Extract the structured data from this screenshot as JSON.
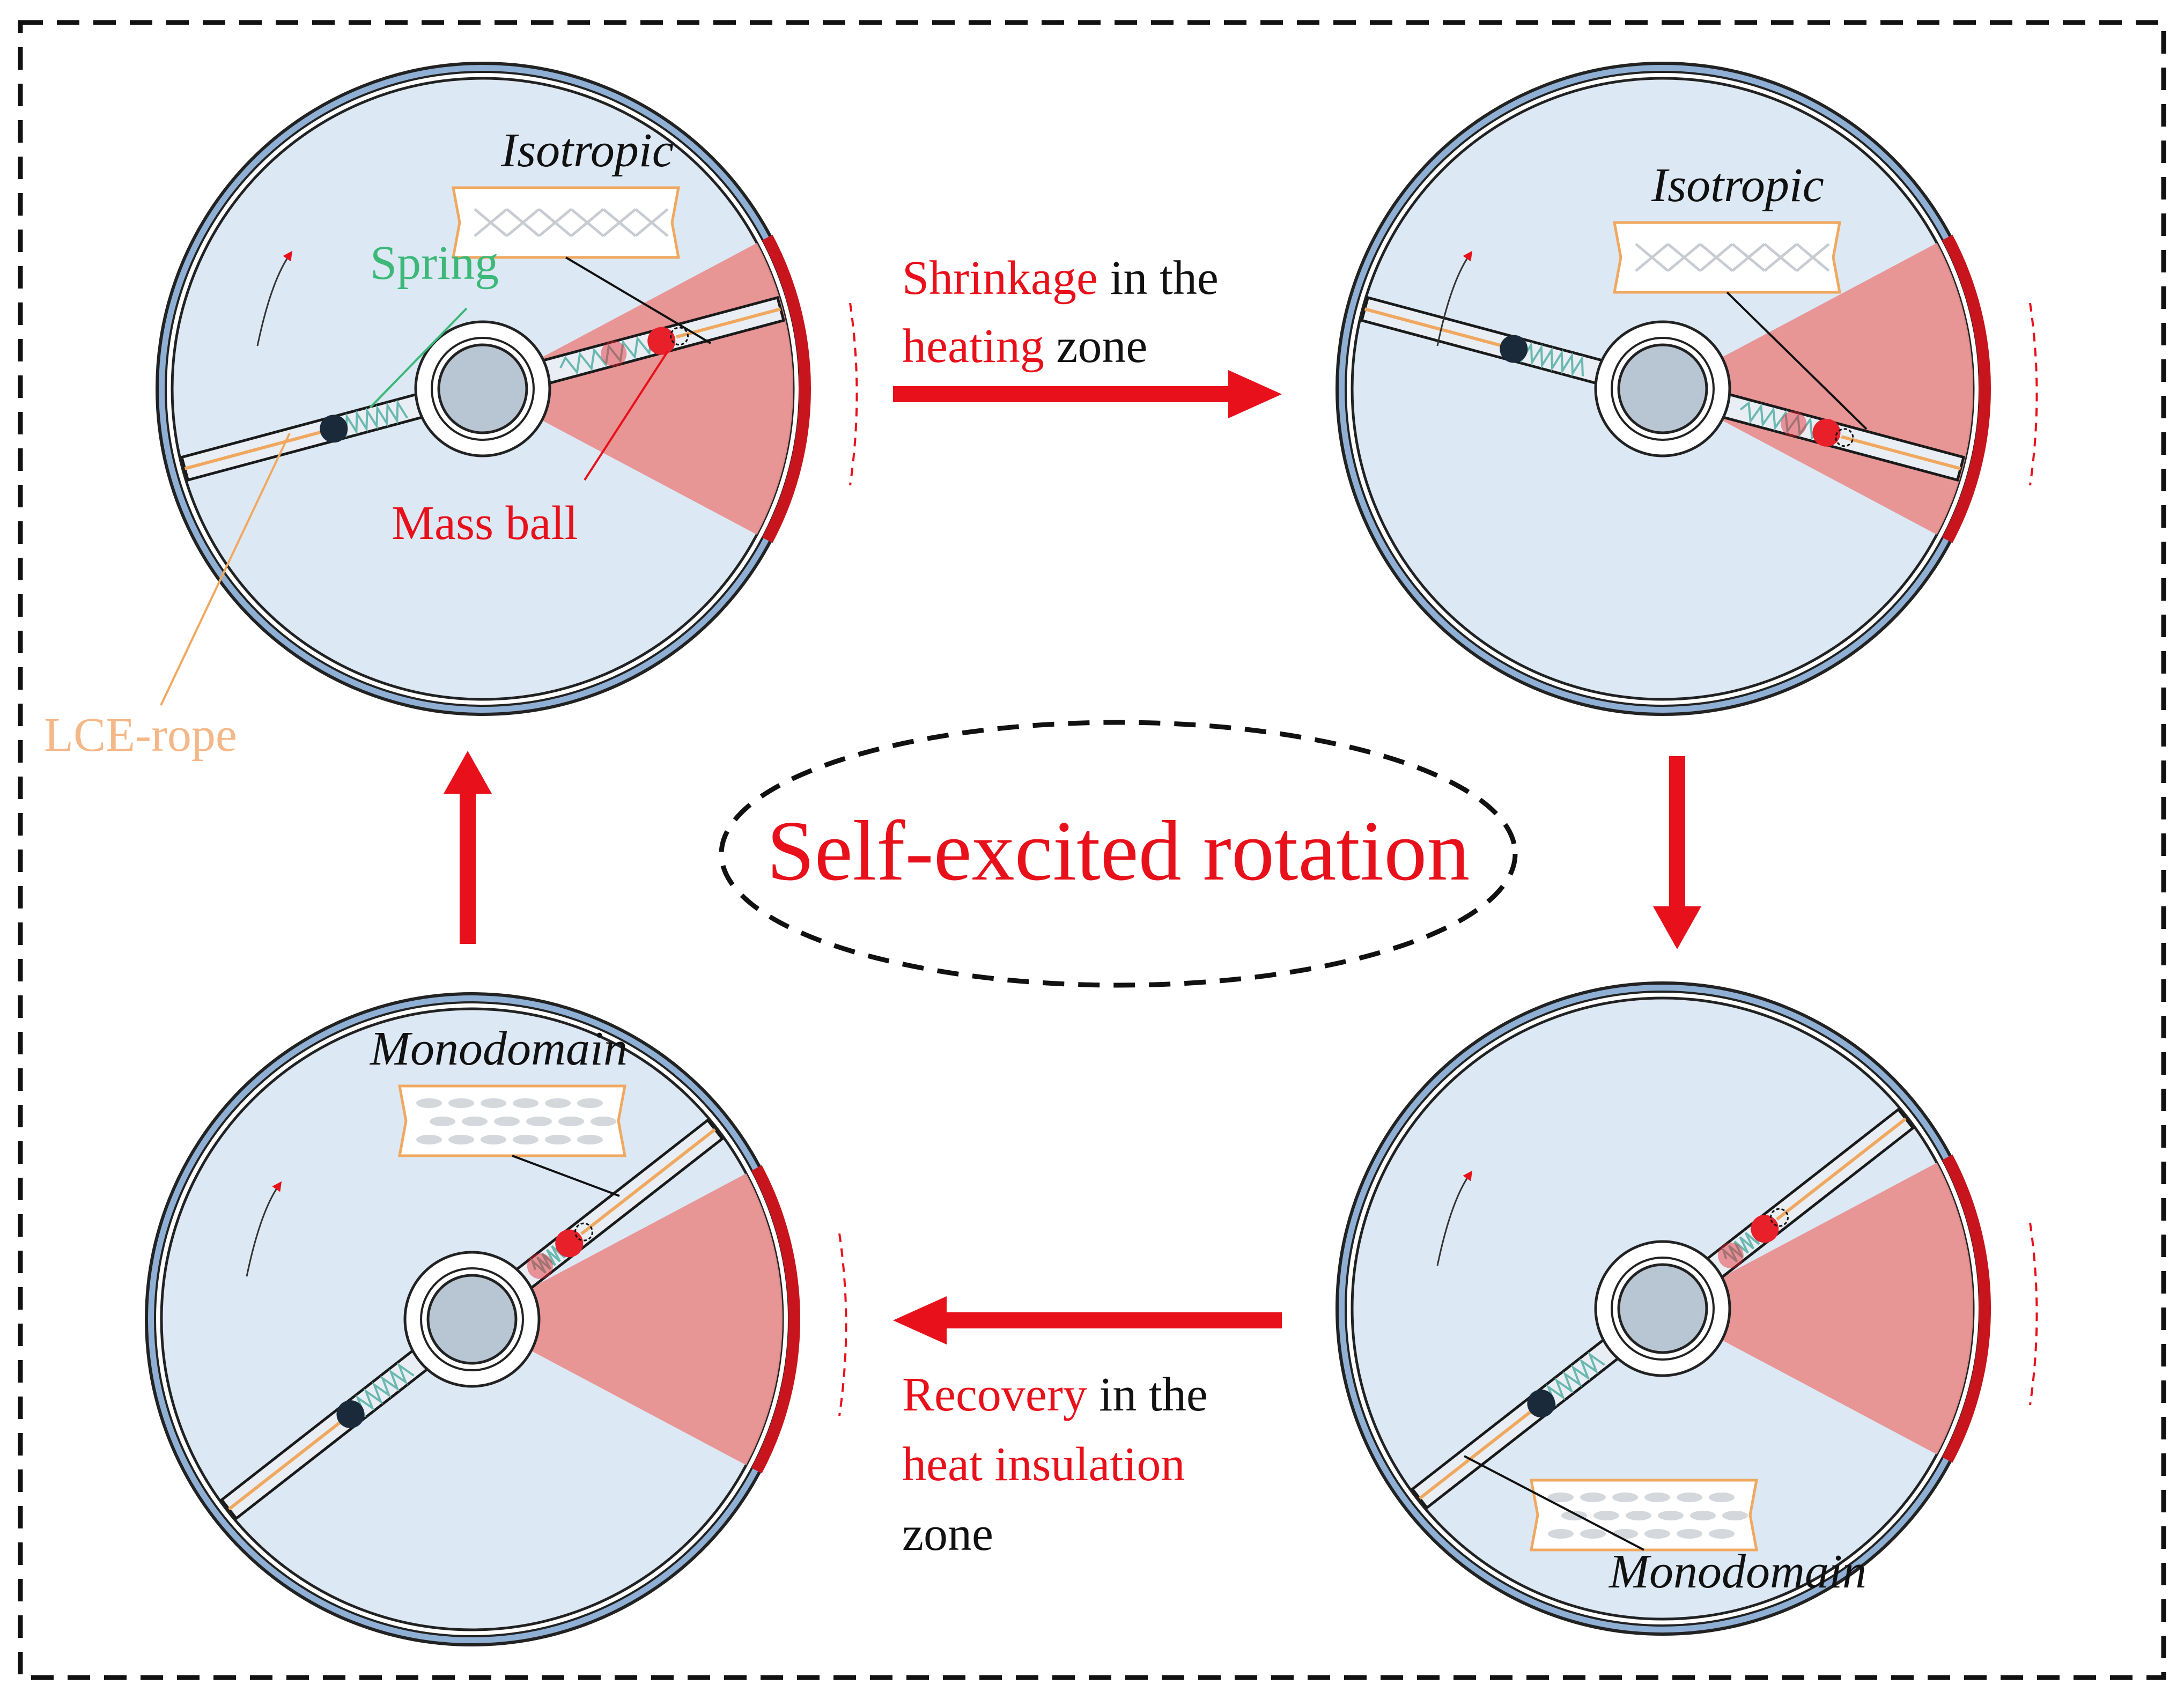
{
  "diagram": {
    "center_label": "Self-excited rotation",
    "panels": [
      {
        "id": "top-left",
        "phase_label": "Isotropic",
        "rot_deg": -15,
        "ball_pos": 0.6,
        "ghost_pos": 0.44,
        "state": "isotropic"
      },
      {
        "id": "top-right",
        "phase_label": "Isotropic",
        "rot_deg": 15,
        "ball_pos": 0.55,
        "ghost_pos": 0.44,
        "state": "isotropic"
      },
      {
        "id": "bottom-right",
        "phase_label": "Monodomain",
        "rot_deg": -38,
        "ball_pos": 0.42,
        "ghost_pos": 0.28,
        "state": "monodomain"
      },
      {
        "id": "bottom-left",
        "phase_label": "Monodomain",
        "rot_deg": -38,
        "ball_pos": 0.4,
        "ghost_pos": 0.28,
        "state": "monodomain"
      }
    ],
    "callouts": {
      "spring": "Spring",
      "mass_ball": "Mass ball",
      "lce_rope": "LCE-rope"
    },
    "transitions": {
      "top": {
        "highlight1": "Shrinkage",
        "rest1": " in the",
        "highlight2": "heating",
        "rest2": " zone"
      },
      "bottom": {
        "highlight1": "Recovery",
        "rest1": " in the",
        "highlight2": "heat insulation",
        "rest2": "zone"
      }
    },
    "colors": {
      "accent": "#e8101a",
      "disk_fill": "#dce8f4",
      "rim": "#8fb0d4",
      "heating_zone": "#e89090",
      "spring": "#6ab8b0",
      "lce": "#f0a860",
      "callout_spring": "#3cb878",
      "callout_lce": "#f4b888",
      "ball_dark": "#1a2a3a",
      "ball_red": "#e8202a"
    }
  }
}
